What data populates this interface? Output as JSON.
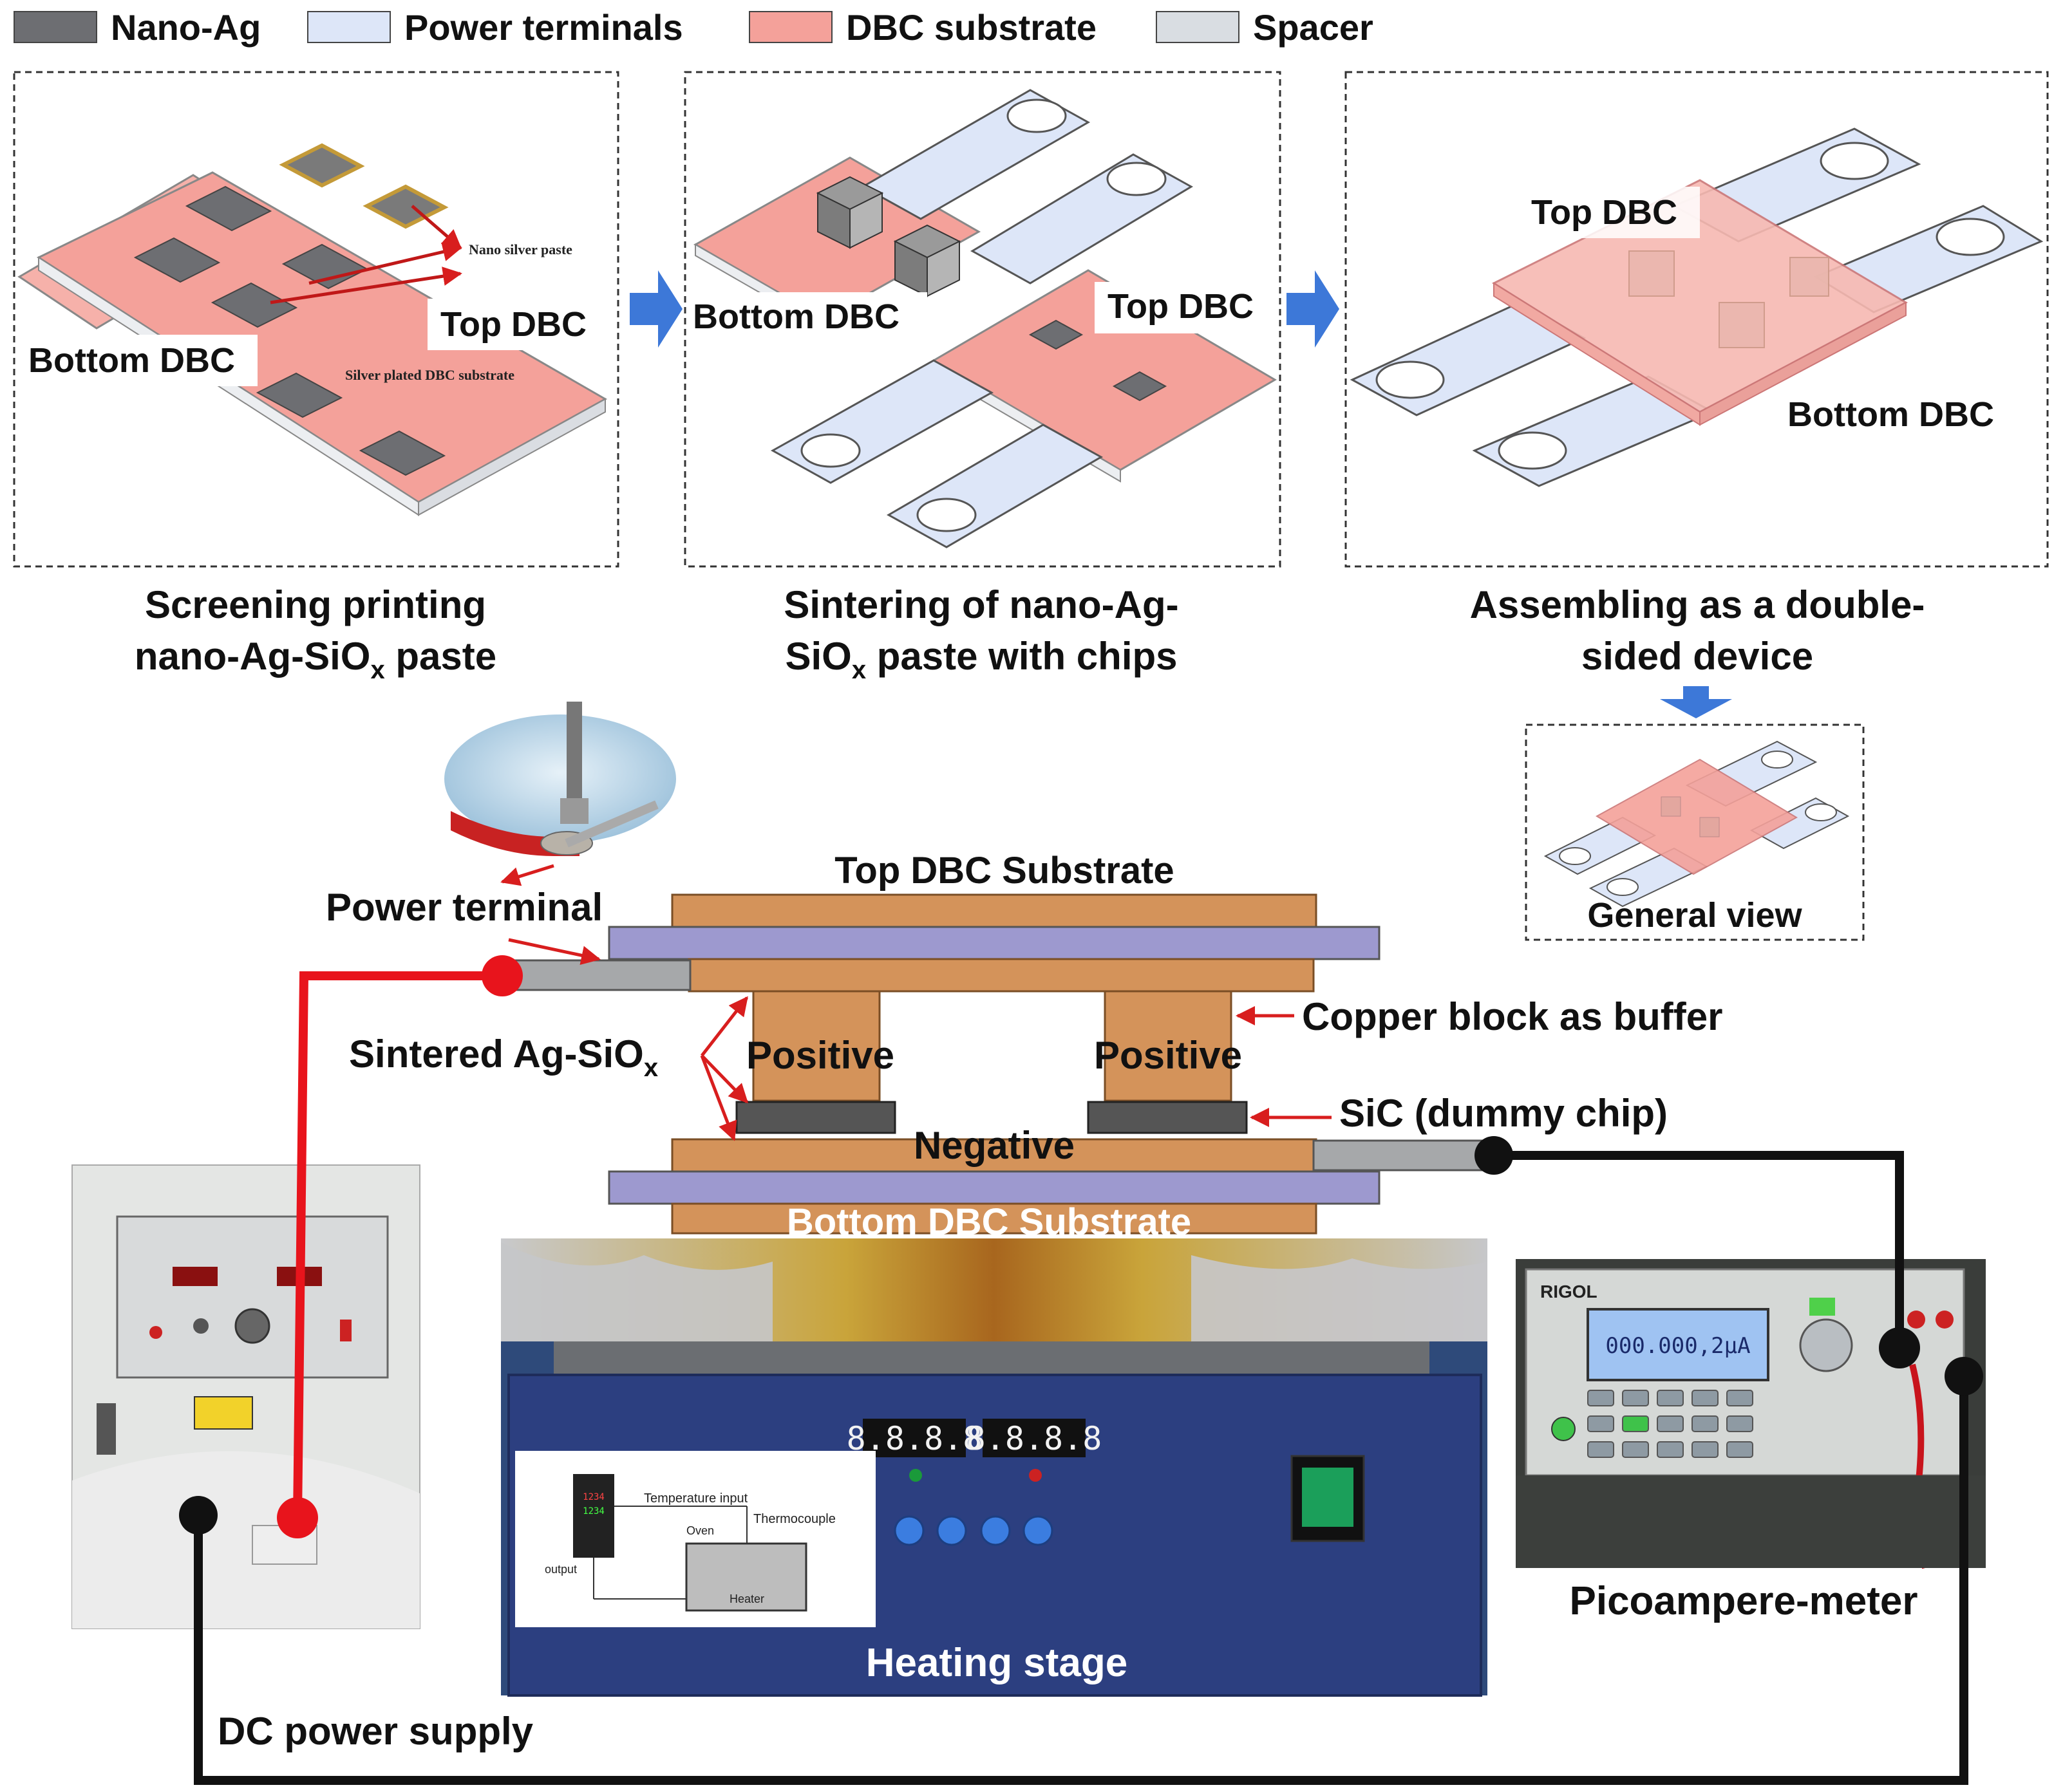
{
  "legend": {
    "items": [
      {
        "label": "Nano-Ag",
        "color": "#6d6e72"
      },
      {
        "label": "Power terminals",
        "color": "#dde6f8"
      },
      {
        "label": "DBC substrate",
        "color": "#f4a19a"
      },
      {
        "label": "Spacer",
        "color": "#d9dde2"
      }
    ]
  },
  "panels": {
    "p1": {
      "top_dbc": "Top DBC",
      "bottom_dbc": "Bottom DBC",
      "nano_silver_paste": "Nano silver paste",
      "silver_plated": "Silver plated DBC substrate",
      "caption_line1": "Screening printing",
      "caption_line2": "nano-Ag-SiO",
      "caption_sub": "x",
      "caption_line2_tail": " paste"
    },
    "p2": {
      "bottom_dbc": "Bottom DBC",
      "top_dbc": "Top DBC",
      "caption_line1": "Sintering of nano-Ag-",
      "caption_line2": "SiO",
      "caption_sub": "x",
      "caption_line2_tail": " paste with chips"
    },
    "p3": {
      "top_dbc": "Top DBC",
      "bottom_dbc": "Bottom DBC",
      "caption_line1": "Assembling as a double-",
      "caption_line2": "sided device"
    },
    "general_view": "General view"
  },
  "cross_section": {
    "top_dbc": "Top DBC Substrate",
    "bottom_dbc": "Bottom DBC Substrate",
    "power_terminal": "Power terminal",
    "sintered_prefix": "Sintered Ag-SiO",
    "sintered_sub": "x",
    "positive": "Positive",
    "negative": "Negative",
    "copper_block": "Copper block as buffer",
    "sic_chip": "SiC (dummy chip)"
  },
  "equipment": {
    "dc_supply": "DC power supply",
    "heating_stage": "Heating stage",
    "picoammeter": "Picoampere-meter",
    "meter_brand": "RIGOL",
    "meter_display": "000.000,2μA",
    "stage_display_1": "8.8.8.8",
    "stage_display_2": "8.8.8.8",
    "inset_temp_input": "Temperature input",
    "inset_thermocouple": "Thermocouple",
    "inset_oven": "Oven",
    "inset_output": "output",
    "inset_heater": "Heater"
  },
  "colors": {
    "wire_positive": "#e8141c",
    "wire_negative": "#111111",
    "copper": "#d4935a",
    "dbc_ceramic": "#9d99cf",
    "chip": "#555555",
    "arrow_blue": "#3d78d8",
    "annot_red": "#d81e1e"
  }
}
